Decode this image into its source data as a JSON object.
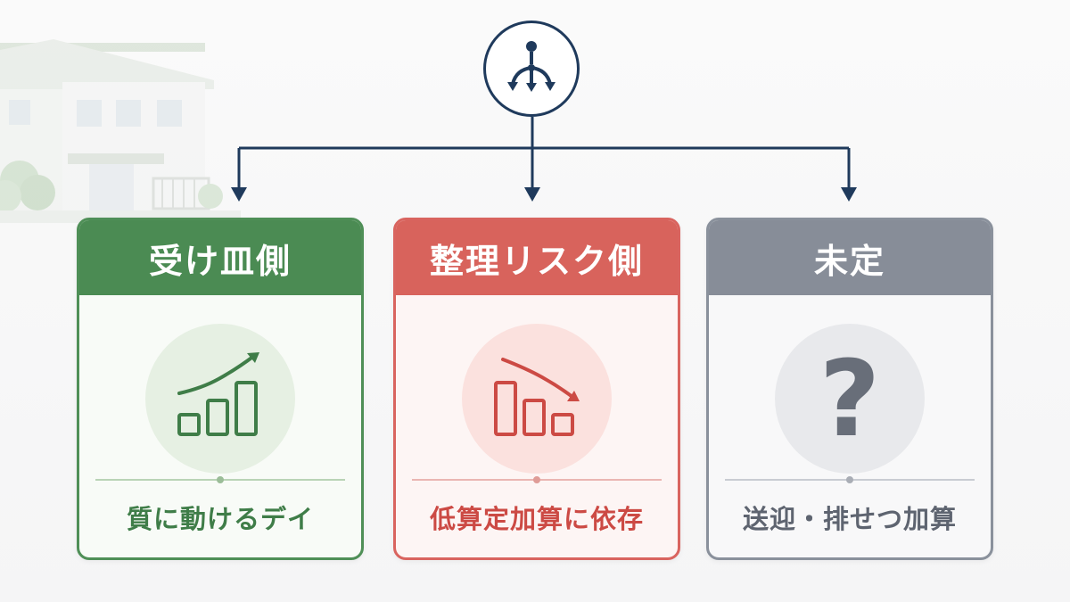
{
  "hub": {
    "icon": "branch-split-icon"
  },
  "cards": [
    {
      "title": "受け皿側",
      "caption": "質に動けるデイ",
      "icon": "rising-bar-chart-icon",
      "color": "#4b8b53"
    },
    {
      "title": "整理リスク側",
      "caption": "低算定加算に依存",
      "icon": "falling-bar-chart-icon",
      "color": "#d8635c"
    },
    {
      "title": "未定",
      "caption": "送迎・排せつ加算",
      "icon": "question-mark-icon",
      "glyph": "?",
      "color": "#878d98"
    }
  ],
  "background": {
    "icon": "building-illustration"
  }
}
